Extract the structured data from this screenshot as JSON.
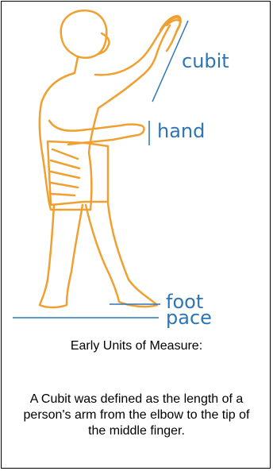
{
  "diagram": {
    "labels": {
      "cubit": "cubit",
      "hand": "hand",
      "foot": "foot",
      "pace": "pace"
    },
    "colors": {
      "figure_outline": "#f0a030",
      "measure_lines": "#2e75b6"
    },
    "icon": "egyptian-man-figure"
  },
  "text": {
    "subtitle": "Early Units of Measure:",
    "caption": "A Cubit was defined as the length of a person's arm from the elbow to the tip of the middle finger."
  }
}
